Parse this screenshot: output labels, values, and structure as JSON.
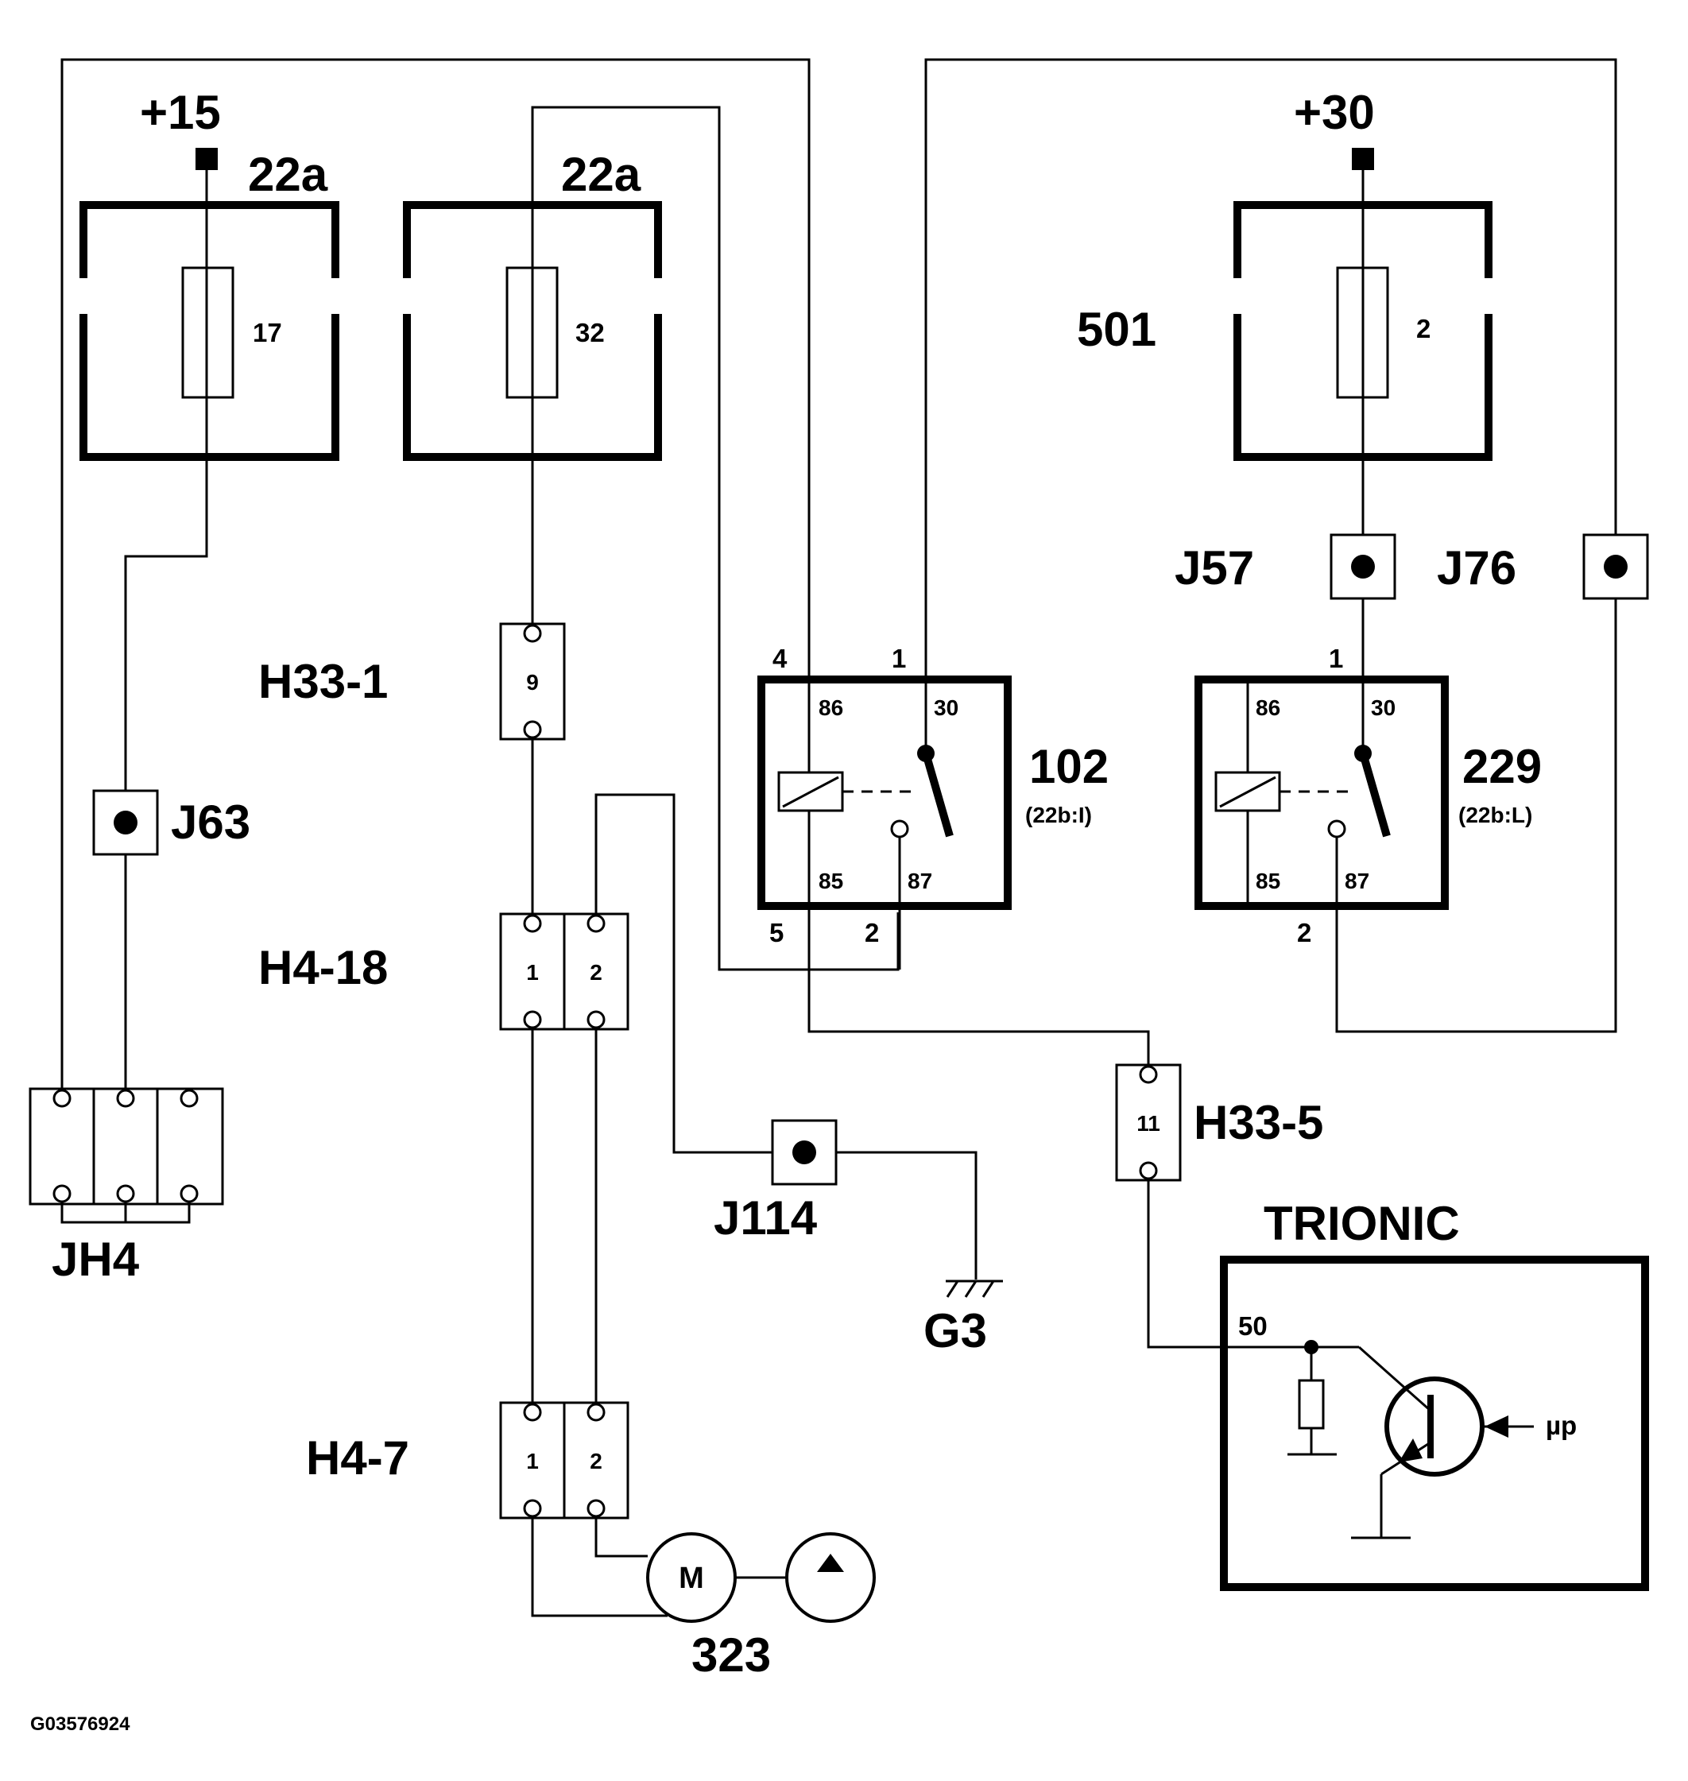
{
  "supply": {
    "plus15": "+15",
    "plus30": "+30"
  },
  "fuse_boxes": [
    {
      "label": "22a",
      "fuse": "17"
    },
    {
      "label": "22a",
      "fuse": "32"
    },
    {
      "label": "501",
      "fuse": "2"
    }
  ],
  "junctions": {
    "j63": "J63",
    "j57": "J57",
    "j76": "J76",
    "j114": "J114",
    "jh4": "JH4"
  },
  "connectors": {
    "h33_1": {
      "label": "H33-1",
      "pin": "9"
    },
    "h33_5": {
      "label": "H33-5",
      "pin": "11"
    },
    "h4_18": {
      "label": "H4-18",
      "pins": [
        "1",
        "2"
      ]
    },
    "h4_7": {
      "label": "H4-7",
      "pins": [
        "1",
        "2"
      ]
    }
  },
  "relays": [
    {
      "id": "102",
      "sub": "(22b:I)",
      "terminals": [
        "86",
        "30",
        "85",
        "87"
      ],
      "pins": [
        "4",
        "1",
        "5",
        "2"
      ]
    },
    {
      "id": "229",
      "sub": "(22b:L)",
      "terminals": [
        "86",
        "30",
        "85",
        "87"
      ],
      "pins": [
        "1",
        "2"
      ]
    }
  ],
  "ground": "G3",
  "motor": {
    "symbol": "M",
    "label": "323"
  },
  "ecu": {
    "title": "TRIONIC",
    "pin": "50",
    "input": "µp"
  },
  "footer_id": "G03576924"
}
